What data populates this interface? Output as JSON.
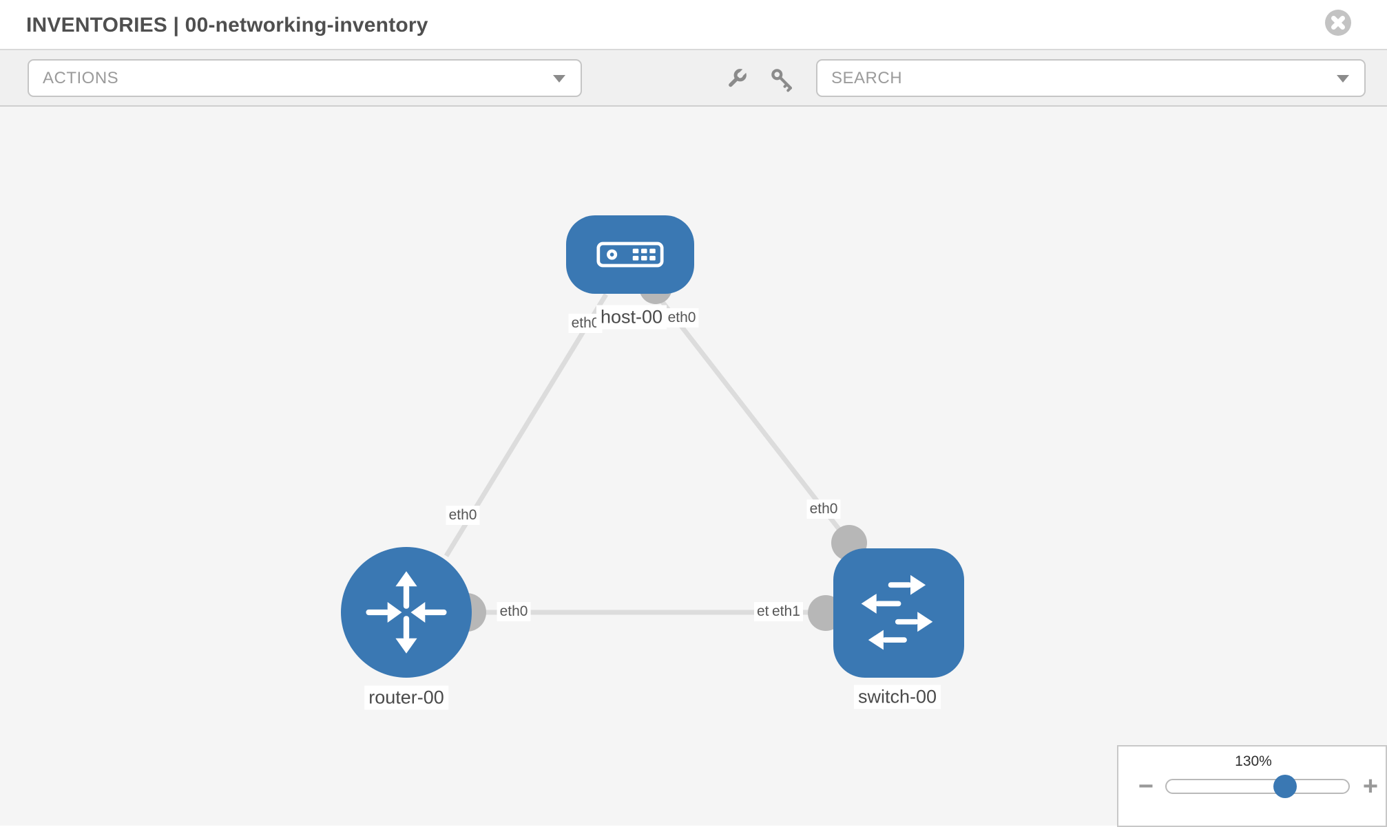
{
  "header": {
    "title": "INVENTORIES | 00-networking-inventory"
  },
  "toolbar": {
    "actions_dropdown": {
      "label": "ACTIONS"
    },
    "search_dropdown": {
      "label": "SEARCH"
    }
  },
  "topology": {
    "nodes": [
      {
        "label": "host-00",
        "type": "host"
      },
      {
        "label": "router-00",
        "type": "router"
      },
      {
        "label": "switch-00",
        "type": "switch"
      }
    ],
    "links": [
      {
        "source": "host-00",
        "target": "router-00",
        "source_interface": "eth0",
        "target_interface": "eth0"
      },
      {
        "source": "host-00",
        "target": "switch-00",
        "source_interface": "eth0",
        "target_interface": "eth0"
      },
      {
        "source": "router-00",
        "target": "switch-00",
        "source_interface": "eth0",
        "target_interface": "eth1"
      }
    ],
    "interface_labels": [
      {
        "text": "eth0"
      },
      {
        "text": "eth0"
      },
      {
        "text": "eth0"
      },
      {
        "text": "eth0"
      },
      {
        "text": "eth0"
      },
      {
        "text": "eth1"
      },
      {
        "text": "eth1"
      }
    ]
  },
  "zoom_control": {
    "value": "130%",
    "minus_label": "−",
    "plus_label": "+"
  },
  "colors": {
    "node_blue": "#3a78b3",
    "link_gray": "#dcdcdc",
    "connector_gray": "#b7b7b7",
    "canvas_gray": "#f5f5f5"
  }
}
